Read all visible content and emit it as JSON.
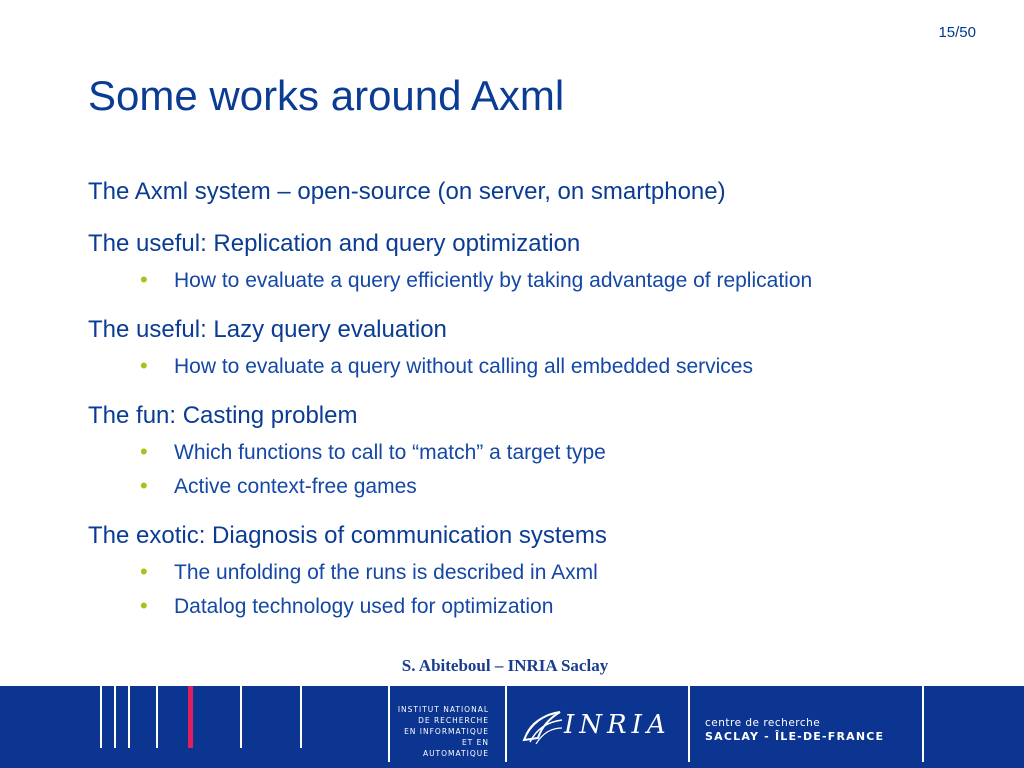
{
  "slide": {
    "page_number": "15/50",
    "title": "Some works around Axml",
    "items": [
      {
        "text": "The Axml  system – open-source  (on server, on smartphone)",
        "subs": []
      },
      {
        "text": "The useful: Replication and query optimization",
        "subs": [
          "How to evaluate a query efficiently by taking advantage of replication"
        ]
      },
      {
        "text": "The useful: Lazy query evaluation",
        "subs": [
          "How to evaluate a query without calling all embedded services"
        ]
      },
      {
        "text": "The fun: Casting problem",
        "subs": [
          "Which functions to call to “match” a target type",
          "Active context-free games"
        ]
      },
      {
        "text": "The exotic: Diagnosis of communication systems",
        "subs": [
          "The unfolding of the runs is described in Axml",
          "Datalog technology used for optimization"
        ]
      }
    ],
    "bullet_glyph": "•",
    "footer_credit": "S. Abiteboul – INRIA Saclay"
  },
  "footer": {
    "institut_lines": [
      "INSTITUT NATIONAL",
      "DE RECHERCHE",
      "EN INFORMATIQUE",
      "ET EN AUTOMATIQUE"
    ],
    "logo_text": "INRIA",
    "logo_icon": "inria-swirl-icon",
    "centre_line1": "centre de recherche",
    "centre_line2": "SACLAY - ÎLE-DE-FRANCE"
  },
  "colors": {
    "title": "#0b3c94",
    "bullet": "#a6c21d",
    "band": "#0b3590",
    "accent_red": "#e0205e"
  }
}
